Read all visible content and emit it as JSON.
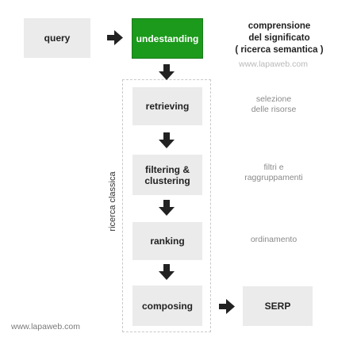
{
  "nodes": {
    "query": "query",
    "understanding": "undestanding",
    "retrieving": "retrieving",
    "filtering": "filtering &\nclustering",
    "ranking": "ranking",
    "composing": "composing",
    "serp": "SERP"
  },
  "notes": {
    "semantic": "comprensione\ndel significato\n( ricerca semantica )",
    "semantic_watermark": "www.lapaweb.com",
    "retrieving": "selezione\ndelle risorse",
    "filtering": "filtri e\nraggruppamenti",
    "ranking": "ordinamento"
  },
  "group_label": "ricerca classica",
  "footer_watermark": "www.lapaweb.com",
  "colors": {
    "understanding_box": "#1b9a1b",
    "box": "#ebebeb",
    "arrow": "#222222",
    "dashed_border": "#c8c8c8"
  }
}
